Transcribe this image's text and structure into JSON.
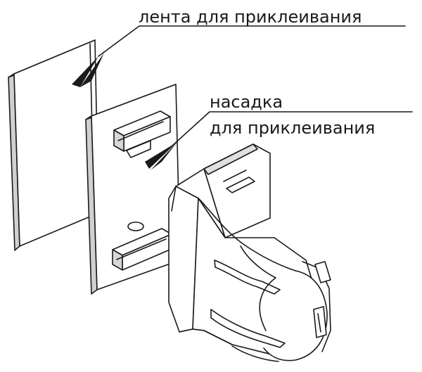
{
  "labels": {
    "tape": "лента для приклеивания",
    "adapter_line1": "насадка",
    "adapter_line2": "для приклеивания"
  },
  "colors": {
    "line": "#1a1a1a",
    "shade": "#c8c8c8",
    "paper": "#ffffff"
  }
}
